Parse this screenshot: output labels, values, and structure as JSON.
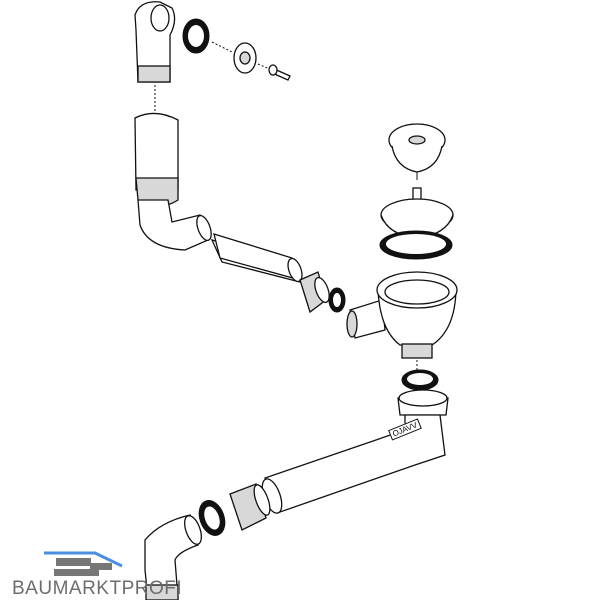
{
  "diagram": {
    "title": "Sink drain exploded assembly",
    "pipe_stamp": "OJAVV",
    "watermark": "BAUMARKTPROFI",
    "colors": {
      "line": "#111111",
      "watermark_blue": "#4a8fe0",
      "watermark_gray": "#6d6d6d"
    }
  }
}
